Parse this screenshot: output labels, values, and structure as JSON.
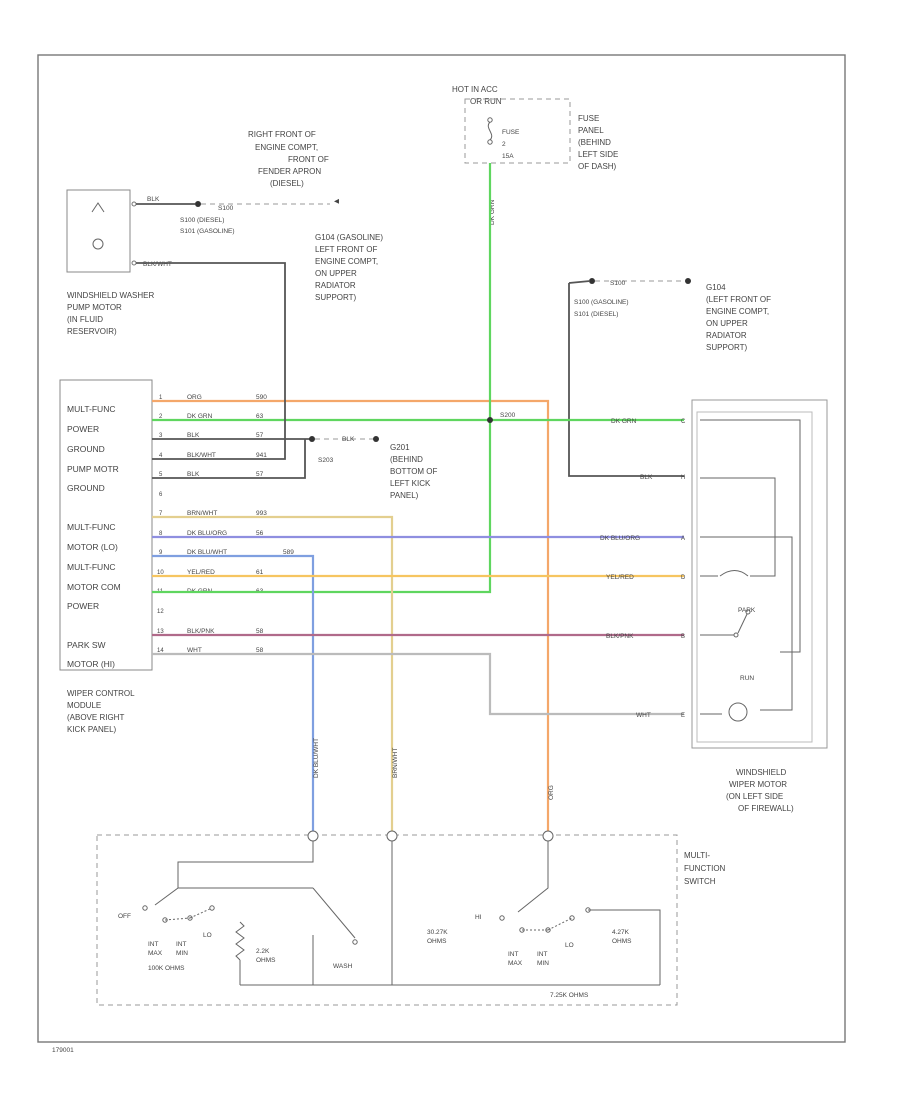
{
  "footer_code": "179001",
  "washer_pump": {
    "label": [
      "WINDSHIELD WASHER",
      "PUMP MOTOR",
      "(IN FLUID",
      "RESERVOIR)"
    ],
    "wire_top": "BLK",
    "wire_bottom": "BLK/WHT",
    "splice": "S100",
    "splice_notes": [
      "S100 (DIESEL)",
      "S101 (GASOLINE)"
    ],
    "ground_loc": [
      "RIGHT FRONT OF",
      "ENGINE COMPT,",
      "FRONT OF",
      "FENDER APRON",
      "(DIESEL)"
    ],
    "ground_loc2": [
      "G104 (GASOLINE)",
      "LEFT FRONT OF",
      "ENGINE COMPT,",
      "ON UPPER",
      "RADIATOR",
      "SUPPORT)"
    ]
  },
  "fuse_panel": {
    "hot": "HOT IN ACC",
    "run": "OR RUN",
    "fuse": "FUSE",
    "fuse_num": "2",
    "amps": "15A",
    "wire": "DK GRN",
    "label": [
      "FUSE",
      "PANEL",
      "(BEHIND",
      "LEFT SIDE",
      "OF DASH)"
    ]
  },
  "right_ground": {
    "splice": "S100",
    "notes": [
      "S100 (GASOLINE)",
      "S101 (DIESEL)"
    ],
    "ground": "G104",
    "label": [
      "G104",
      "(LEFT FRONT OF",
      "ENGINE COMPT,",
      "ON UPPER",
      "RADIATOR",
      "SUPPORT)"
    ]
  },
  "module": {
    "pins": [
      "MULT-FUNC",
      "POWER",
      "GROUND",
      "PUMP MOTR",
      "GROUND",
      "MULT-FUNC",
      "MOTOR (LO)",
      "MULT-FUNC",
      "MOTOR COM",
      "POWER",
      "PARK SW",
      "MOTOR (HI)"
    ],
    "label": [
      "WIPER CONTROL",
      "MODULE",
      "(ABOVE RIGHT",
      "KICK PANEL)"
    ]
  },
  "wires": [
    {
      "pin": "1",
      "color": "ORG",
      "circuit": "590"
    },
    {
      "pin": "2",
      "color": "DK GRN",
      "circuit": "63"
    },
    {
      "pin": "3",
      "color": "BLK",
      "circuit": "57"
    },
    {
      "pin": "4",
      "color": "BLK/WHT",
      "circuit": "941"
    },
    {
      "pin": "5",
      "color": "BLK",
      "circuit": "57"
    },
    {
      "pin": "6",
      "color": "",
      "circuit": ""
    },
    {
      "pin": "7",
      "color": "BRN/WHT",
      "circuit": "993"
    },
    {
      "pin": "8",
      "color": "DK BLU/ORG",
      "circuit": "56"
    },
    {
      "pin": "9",
      "color": "DK BLU/WHT",
      "circuit": "589"
    },
    {
      "pin": "10",
      "color": "YEL/RED",
      "circuit": "61"
    },
    {
      "pin": "11",
      "color": "DK GRN",
      "circuit": "63"
    },
    {
      "pin": "12",
      "color": "",
      "circuit": ""
    },
    {
      "pin": "13",
      "color": "BLK/PNK",
      "circuit": "58"
    },
    {
      "pin": "14",
      "color": "WHT",
      "circuit": "58"
    }
  ],
  "ground_g201": {
    "wire": "BLK",
    "splice": "S203",
    "label": [
      "G201",
      "(BEHIND",
      "BOTTOM OF",
      "LEFT KICK",
      "PANEL)"
    ]
  },
  "splice_s200": "S200",
  "motor": {
    "wires": [
      "DK GRN",
      "BLK",
      "DK BLU/ORG",
      "YEL/RED",
      "BLK/PNK",
      "WHT"
    ],
    "pins": [
      "C",
      "H",
      "A",
      "D",
      "B",
      "E"
    ],
    "run": "RUN",
    "park": "PARK",
    "label": [
      "WINDSHIELD",
      "WIPER MOTOR",
      "(ON LEFT SIDE",
      "OF FIREWALL)"
    ]
  },
  "vertical_wires": {
    "blue": "DK BLU/WHT",
    "brown": "BRN/WHT",
    "orange": "ORG"
  },
  "switch": {
    "label": [
      "MULTI-",
      "FUNCTION",
      "SWITCH"
    ],
    "left": {
      "off": "OFF",
      "int_max": [
        "INT",
        "MAX"
      ],
      "int_min": [
        "INT",
        "MIN"
      ],
      "lo": "LO",
      "ohms": "100K OHMS",
      "res": [
        "2.2K",
        "OHMS"
      ],
      "wash": "WASH"
    },
    "right": {
      "hi": "HI",
      "low_ohms": [
        "30.27K",
        "OHMS"
      ],
      "int_max": [
        "INT",
        "MAX"
      ],
      "int_min": [
        "INT",
        "MIN"
      ],
      "lo": "LO",
      "ohms_b": [
        "4.27K",
        "OHMS"
      ],
      "bottom": "7.25K OHMS"
    }
  },
  "colors": {
    "orange": "#f4a76a",
    "green": "#5fd65f",
    "black": "#555555",
    "brown": "#e3cf8f",
    "blue": "#8f8fe0",
    "blue2": "#7f9fe0",
    "yellow": "#f6c560",
    "pink": "#b06a8a",
    "white": "#bbbbbb"
  }
}
